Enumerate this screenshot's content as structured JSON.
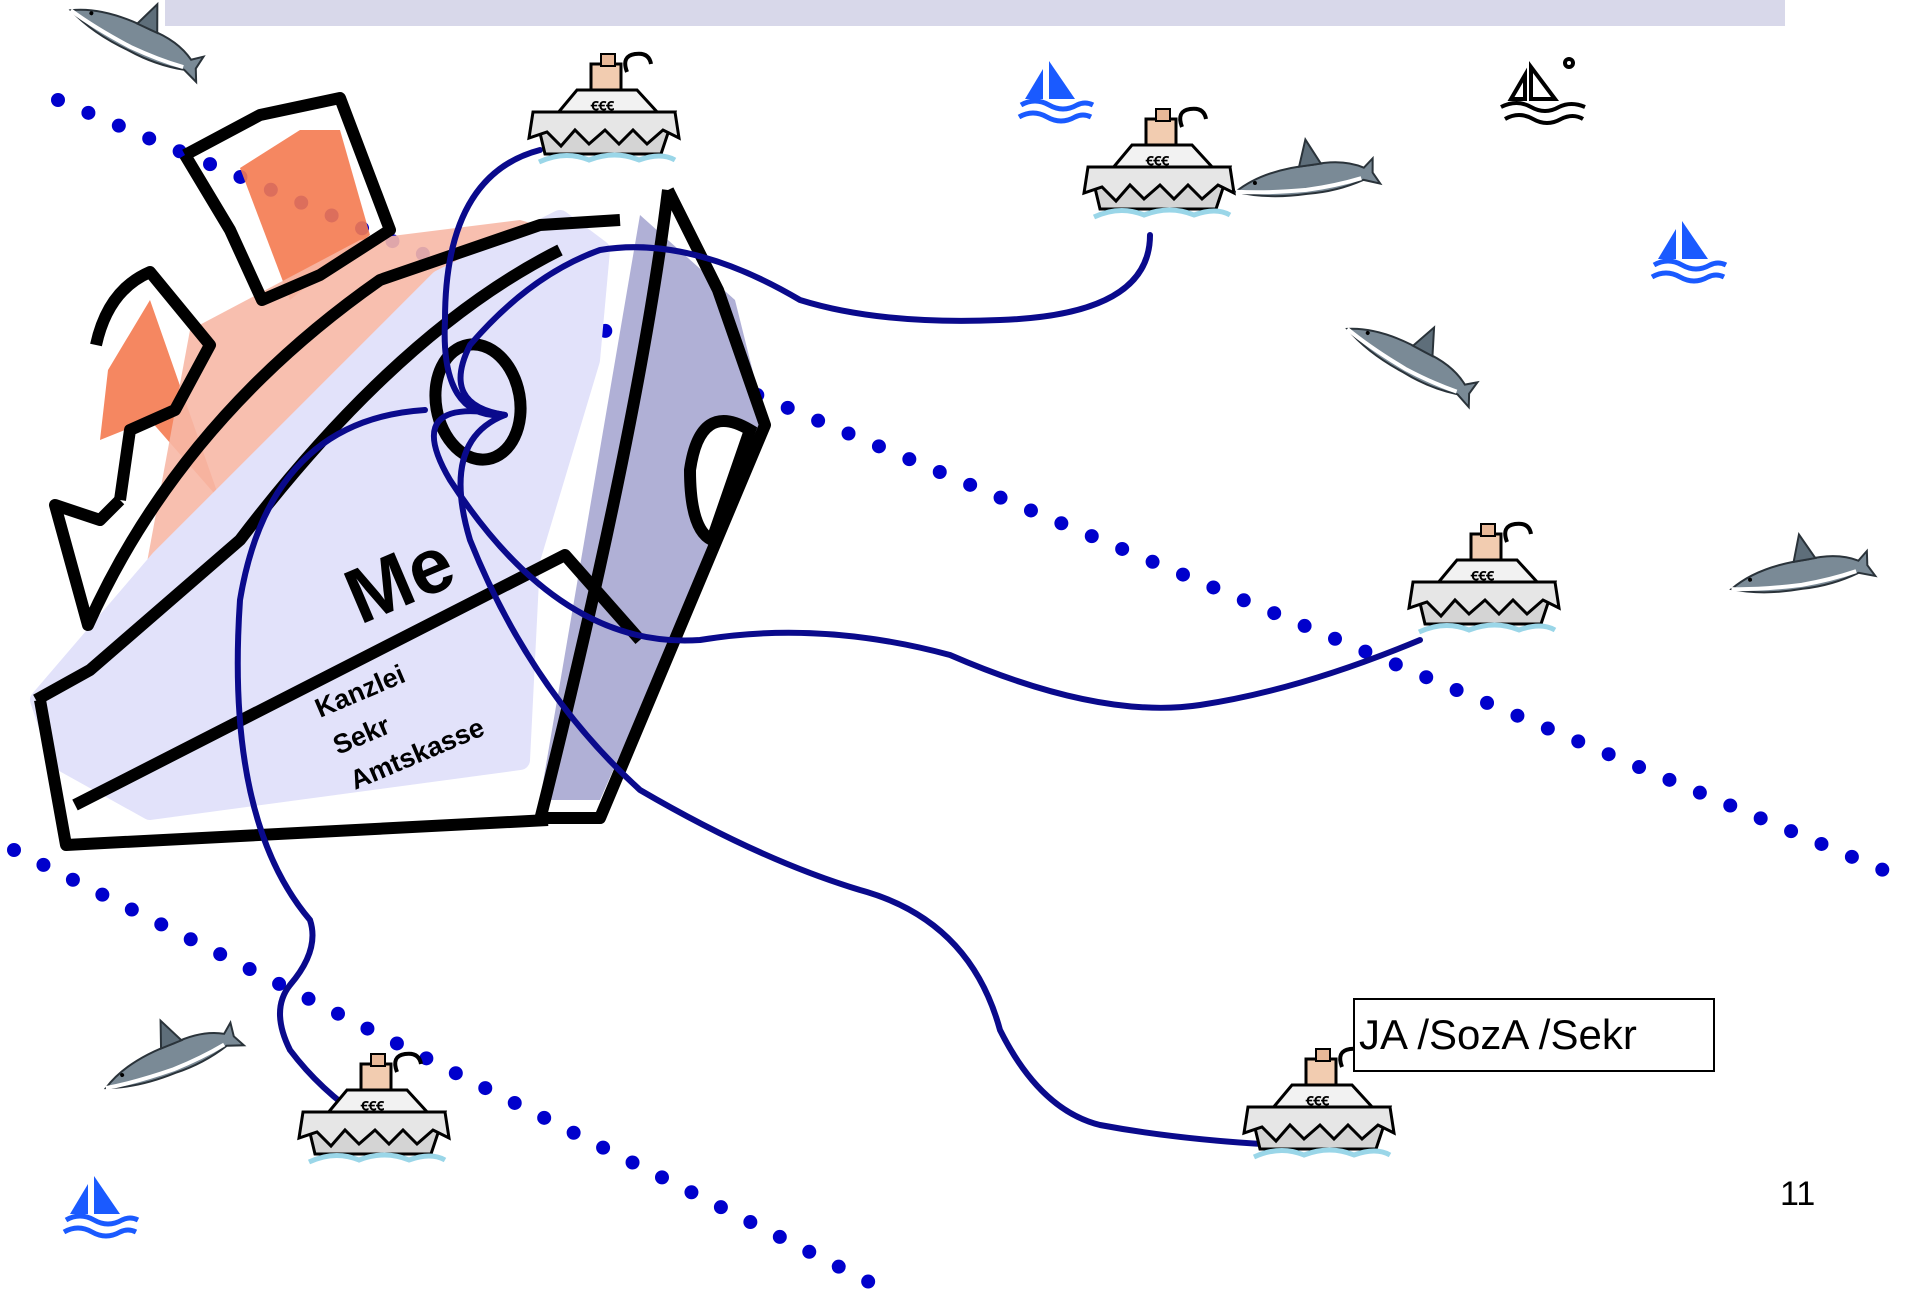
{
  "main_ship": {
    "name": "Me",
    "departments": [
      "Kanzlei",
      "Sekr",
      "Amtskasse"
    ]
  },
  "label": "JA /SozA /Sekr",
  "page_number": "11",
  "icons": {
    "small_ship": "steam-ship-icon",
    "shark": "shark-icon",
    "sailboat": "sailboat-icon"
  },
  "colors": {
    "header_band": "#d8d8ea",
    "connection_line": "#0a0a8c",
    "dotted_line": "#0000cc",
    "hull_fill": "#e2e2fa",
    "hull_side": "#b0b0d6",
    "funnel": "#f47a50",
    "shark": "#7a8a96",
    "sailboat": "#1a5aff"
  }
}
